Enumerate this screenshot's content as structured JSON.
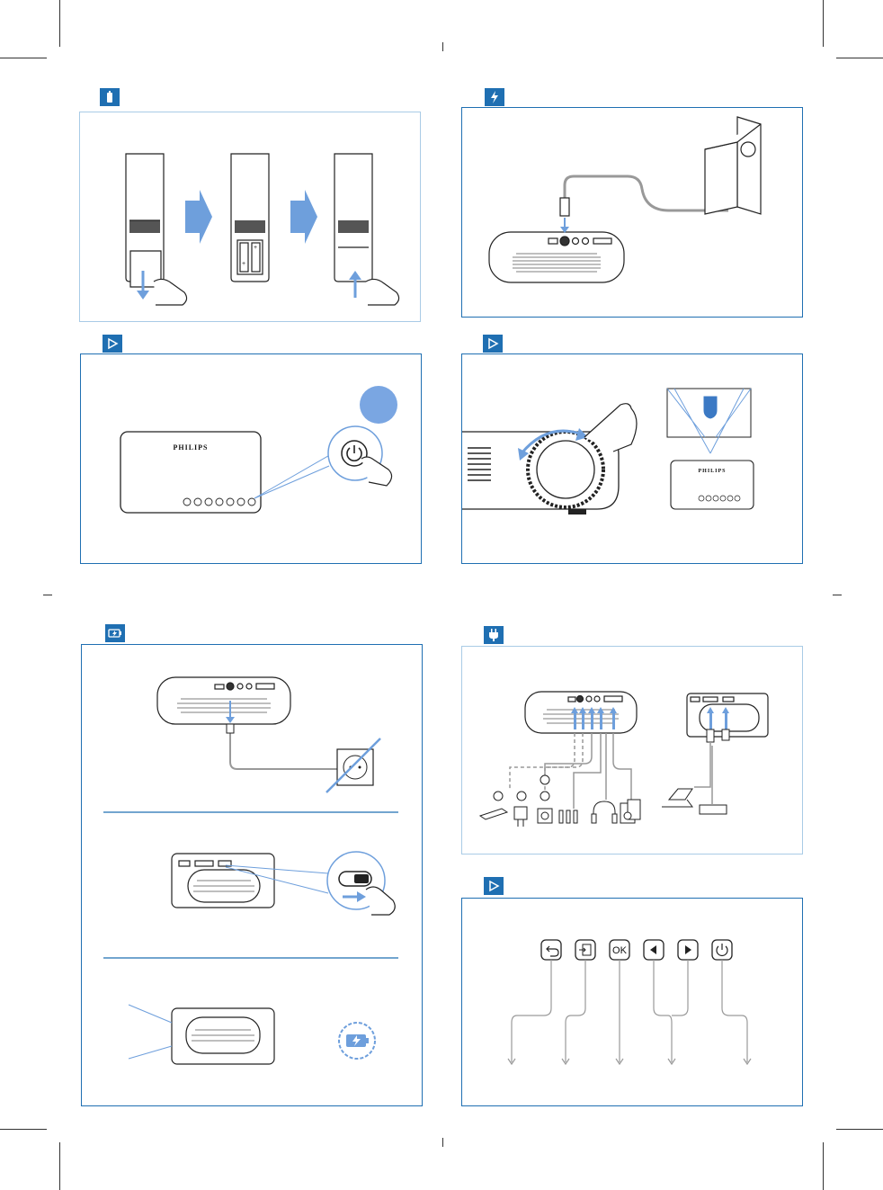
{
  "brand": {
    "name": "PHILIPS"
  },
  "remote_buttons": {
    "ok_label": "OK"
  },
  "sections": [
    {
      "id": "batteries",
      "icon": "battery-icon"
    },
    {
      "id": "power-supply",
      "icon": "lightning-icon"
    },
    {
      "id": "switch-on",
      "icon": "play-icon"
    },
    {
      "id": "focus",
      "icon": "play-icon"
    },
    {
      "id": "charging",
      "icon": "battery-charge-icon"
    },
    {
      "id": "connections",
      "icon": "plug-icon"
    },
    {
      "id": "controls",
      "icon": "play-icon"
    }
  ],
  "colors": {
    "accent": "#1f6fb2",
    "arrow": "#6e9fdc",
    "frame": "#a9cbe6",
    "line": "#222222"
  }
}
